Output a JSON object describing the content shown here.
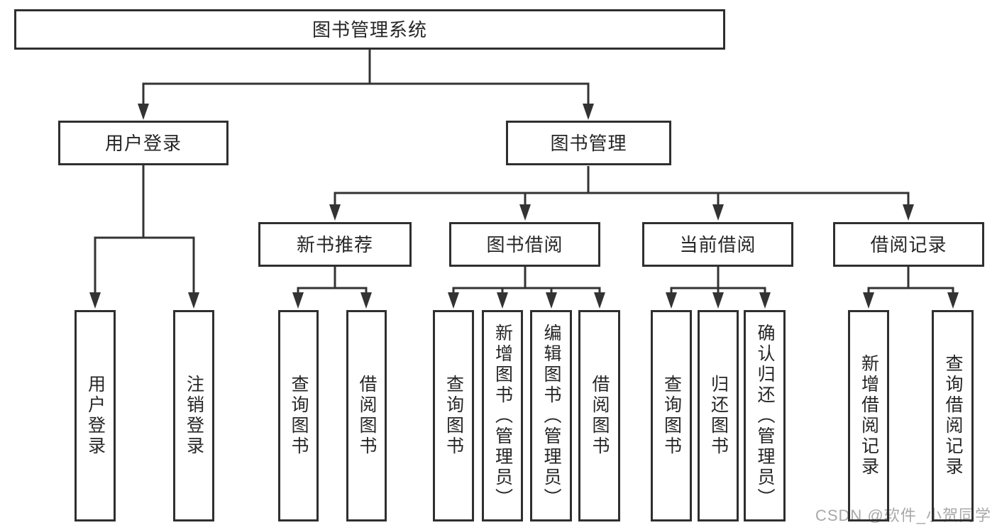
{
  "diagram": {
    "type": "hierarchy",
    "line_color": "#333333",
    "box_background": "#ffffff",
    "tree": {
      "label": "图书管理系统",
      "children": [
        {
          "label": "用户登录",
          "children": [
            {
              "label": "用户登录"
            },
            {
              "label": "注销登录"
            }
          ]
        },
        {
          "label": "图书管理",
          "children": [
            {
              "label": "新书推荐",
              "children": [
                {
                  "label": "查询图书"
                },
                {
                  "label": "借阅图书"
                }
              ]
            },
            {
              "label": "图书借阅",
              "children": [
                {
                  "label": "查询图书"
                },
                {
                  "label": "新增图书（管理员）"
                },
                {
                  "label": "编辑图书（管理员）"
                },
                {
                  "label": "借阅图书"
                }
              ]
            },
            {
              "label": "当前借阅",
              "children": [
                {
                  "label": "查询图书"
                },
                {
                  "label": "归还图书"
                },
                {
                  "label": "确认归还（管理员）"
                }
              ]
            },
            {
              "label": "借阅记录",
              "children": [
                {
                  "label": "新增借阅记录"
                },
                {
                  "label": "查询借阅记录"
                }
              ]
            }
          ]
        }
      ]
    }
  },
  "watermark": {
    "text": "CSDN @软件_小贺同学",
    "color": "#a8a8a8"
  }
}
